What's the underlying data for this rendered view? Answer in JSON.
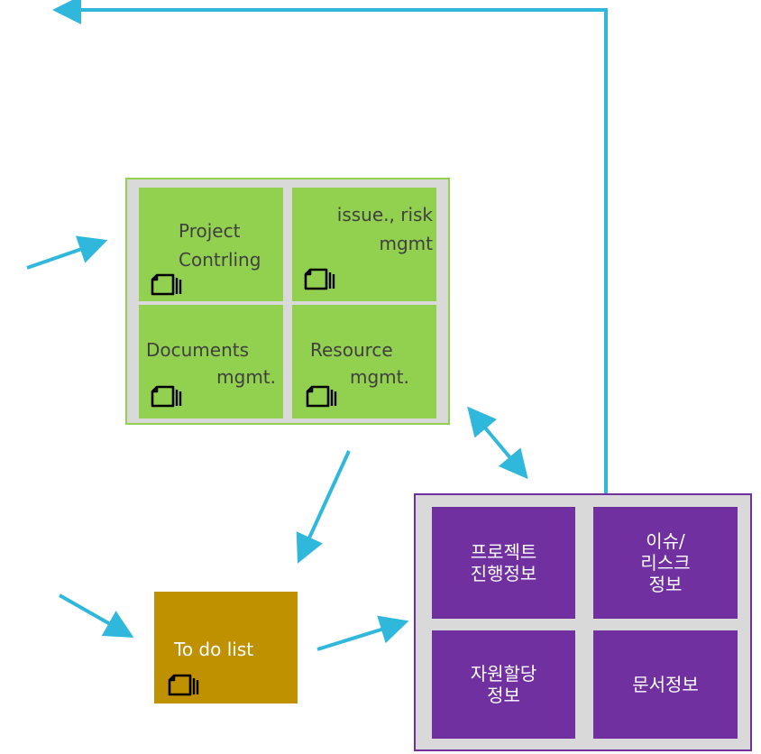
{
  "colors": {
    "arrow": "#2FB8DC",
    "green_tile": "#92D050",
    "green_border": "#92D050",
    "panel_gray": "#D9D9D9",
    "todo": "#BF9000",
    "purple_tile": "#7030A0",
    "purple_border": "#7030A0"
  },
  "modules": {
    "project_control": {
      "line1": "Project",
      "line2": "Contrling",
      "icon": "documents-icon"
    },
    "issue_risk": {
      "line1": "issue., risk",
      "line2": "mgmt",
      "icon": "documents-icon"
    },
    "documents": {
      "line1": "Documents",
      "line2": "mgmt.",
      "icon": "documents-icon"
    },
    "resource": {
      "line1": "Resource",
      "line2": "mgmt.",
      "icon": "documents-icon"
    }
  },
  "todo": {
    "label": "To do list",
    "icon": "documents-icon"
  },
  "info": {
    "project_progress": [
      "프로젝트",
      "진행정보"
    ],
    "issue_risk": [
      "이슈/",
      "리스크",
      "정보"
    ],
    "resource_alloc": [
      "자원할당",
      "정보"
    ],
    "document": [
      "문서정보"
    ]
  }
}
